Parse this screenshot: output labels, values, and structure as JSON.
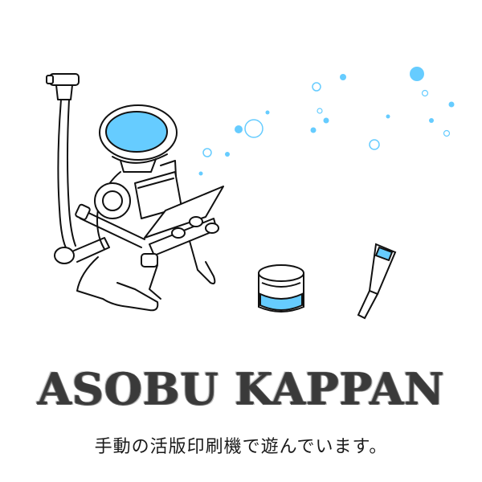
{
  "brand": {
    "title": "ASOBU KAPPAN",
    "tagline": "手動の活版印刷機で遊んでいます。"
  },
  "colors": {
    "accent": "#66ccff",
    "ink": "#111111",
    "background": "#ffffff"
  },
  "icons": {
    "press": "letterpress-robot-illustration",
    "ink_can": "ink-can-icon",
    "ink_tube": "ink-tube-icon",
    "bubbles": "bubbles-decoration"
  }
}
